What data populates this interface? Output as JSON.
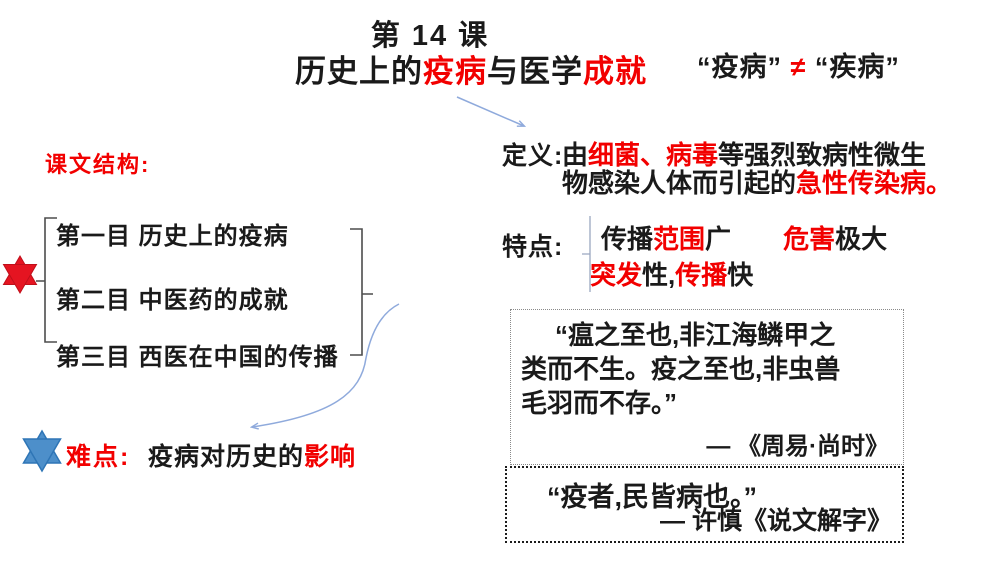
{
  "slide": {
    "kind": "presentation-slide",
    "language": "zh-CN"
  },
  "colors": {
    "accent_red": "#f20000",
    "text_black": "#1a1a1a",
    "arrow_blue": "#8faadc",
    "star_red_fill": "#e51421",
    "star_blue_fill": "#4d8fca",
    "star_blue_stroke": "#2e75b6",
    "bracket_gray": "#4d4d4d",
    "background": "#ffffff"
  },
  "title": {
    "line1": "第 14 课",
    "line2_segments": [
      {
        "t": "历史上的",
        "c": "k"
      },
      {
        "t": "疫病",
        "c": "r"
      },
      {
        "t": "与医学",
        "c": "k"
      },
      {
        "t": "成就",
        "c": "r"
      }
    ]
  },
  "neq_note": {
    "segments": [
      {
        "t": "“疫病” ",
        "c": "k"
      },
      {
        "t": "≠",
        "c": "r"
      },
      {
        "t": " “疾病”",
        "c": "k"
      }
    ]
  },
  "left_panel": {
    "heading": "课文结构:",
    "outline_items": [
      "第一目 历史上的疫病",
      "第二目 中医药的成就",
      "第三目 西医在中国的传播"
    ],
    "difficulty_label": "难点:",
    "difficulty_segments": [
      {
        "t": "疫病对历史的",
        "c": "k"
      },
      {
        "t": "影响",
        "c": "r"
      }
    ],
    "red_star_icon": "six-pointed-star",
    "blue_star_icon": "six-pointed-star"
  },
  "right_panel": {
    "definition_label": "定义:",
    "definition_line1_segments": [
      {
        "t": "由",
        "c": "k"
      },
      {
        "t": "细菌、病毒",
        "c": "r"
      },
      {
        "t": "等强烈致病性微生",
        "c": "k"
      }
    ],
    "definition_line2_segments": [
      {
        "t": "物感染人体而引起的",
        "c": "k"
      },
      {
        "t": "急性传染病。",
        "c": "r"
      }
    ],
    "features_label": "特点:",
    "features_line1_segments": [
      {
        "t": "传播",
        "c": "k"
      },
      {
        "t": "范围",
        "c": "r"
      },
      {
        "t": "广",
        "c": "k"
      },
      {
        "t": "　　",
        "c": "k"
      },
      {
        "t": "危害",
        "c": "r"
      },
      {
        "t": "极大",
        "c": "k"
      }
    ],
    "features_line2_segments": [
      {
        "t": "突发",
        "c": "r"
      },
      {
        "t": "性,",
        "c": "k"
      },
      {
        "t": "传播",
        "c": "r"
      },
      {
        "t": "快",
        "c": "k"
      }
    ],
    "quote1": {
      "lines": [
        "“瘟之至也,非江海鳞甲之",
        "类而不生。疫之至也,非虫兽",
        "毛羽而不存。”"
      ],
      "source": "— 《周易·尚时》"
    },
    "quote2": {
      "text": "“疫者,民皆病也。”",
      "source": "— 许慎《说文解字》"
    }
  }
}
